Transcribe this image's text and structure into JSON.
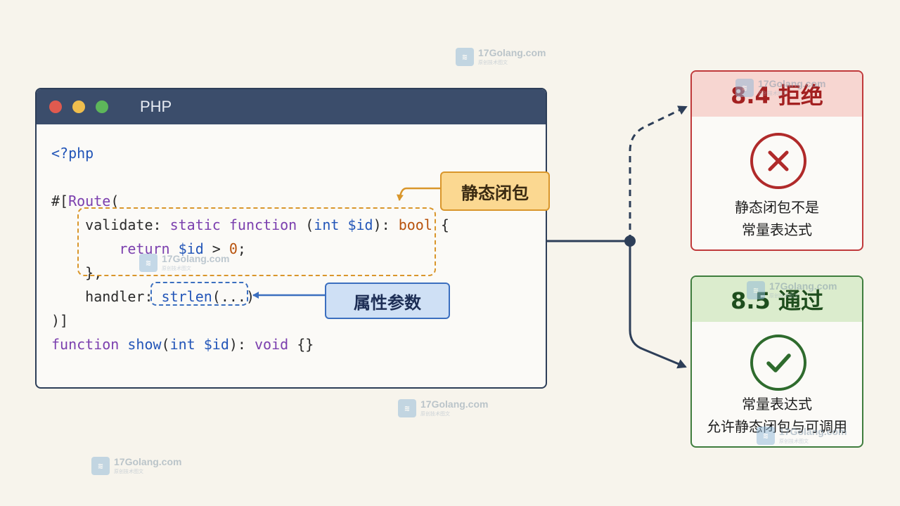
{
  "watermark": {
    "brand": "17Golang.com",
    "sub": "原创技术图文"
  },
  "code_window": {
    "title": "PHP",
    "lines": [
      {
        "tokens": [
          {
            "text": "<?php",
            "cls": "k-blue"
          }
        ]
      },
      {
        "tokens": []
      },
      {
        "tokens": [
          {
            "text": "#["
          },
          {
            "text": "Route",
            "cls": "k-purple"
          },
          {
            "text": "("
          }
        ]
      },
      {
        "tokens": [
          {
            "text": "    validate: "
          },
          {
            "text": "static function",
            "cls": "k-purple"
          },
          {
            "text": " ("
          },
          {
            "text": "int",
            "cls": "k-blue"
          },
          {
            "text": " "
          },
          {
            "text": "$id",
            "cls": "k-blue"
          },
          {
            "text": "): "
          },
          {
            "text": "bool",
            "cls": "k-orange"
          },
          {
            "text": " {"
          }
        ]
      },
      {
        "tokens": [
          {
            "text": "        "
          },
          {
            "text": "return",
            "cls": "k-purple"
          },
          {
            "text": " "
          },
          {
            "text": "$id",
            "cls": "k-blue"
          },
          {
            "text": " > "
          },
          {
            "text": "0",
            "cls": "k-orange"
          },
          {
            "text": ";"
          }
        ]
      },
      {
        "tokens": [
          {
            "text": "    },"
          }
        ]
      },
      {
        "tokens": [
          {
            "text": "    handler: "
          },
          {
            "text": "strlen",
            "cls": "k-blue"
          },
          {
            "text": "(...)"
          }
        ]
      },
      {
        "tokens": [
          {
            "text": ")]"
          }
        ]
      },
      {
        "tokens": [
          {
            "text": "function",
            "cls": "k-purple"
          },
          {
            "text": " "
          },
          {
            "text": "show",
            "cls": "k-blue"
          },
          {
            "text": "("
          },
          {
            "text": "int",
            "cls": "k-blue"
          },
          {
            "text": " "
          },
          {
            "text": "$id",
            "cls": "k-blue"
          },
          {
            "text": "): "
          },
          {
            "text": "void",
            "cls": "k-purple"
          },
          {
            "text": " {}"
          }
        ]
      }
    ]
  },
  "tags": {
    "closure": "静态闭包",
    "param": "属性参数"
  },
  "cards": {
    "reject": {
      "title": "8.4  拒绝",
      "line1": "静态闭包不是",
      "line2": "常量表达式",
      "icon": "x-circle-icon"
    },
    "pass": {
      "title": "8.5  通过",
      "line1": "常量表达式",
      "line2": "允许静态闭包与可调用",
      "icon": "check-circle-icon"
    }
  },
  "colors": {
    "titlebar": "#3b4d6b",
    "closure": "#d9962b",
    "param": "#3b6fbf",
    "reject": "#c0393b",
    "pass": "#3f7d3d",
    "connector": "#2d3e58"
  }
}
